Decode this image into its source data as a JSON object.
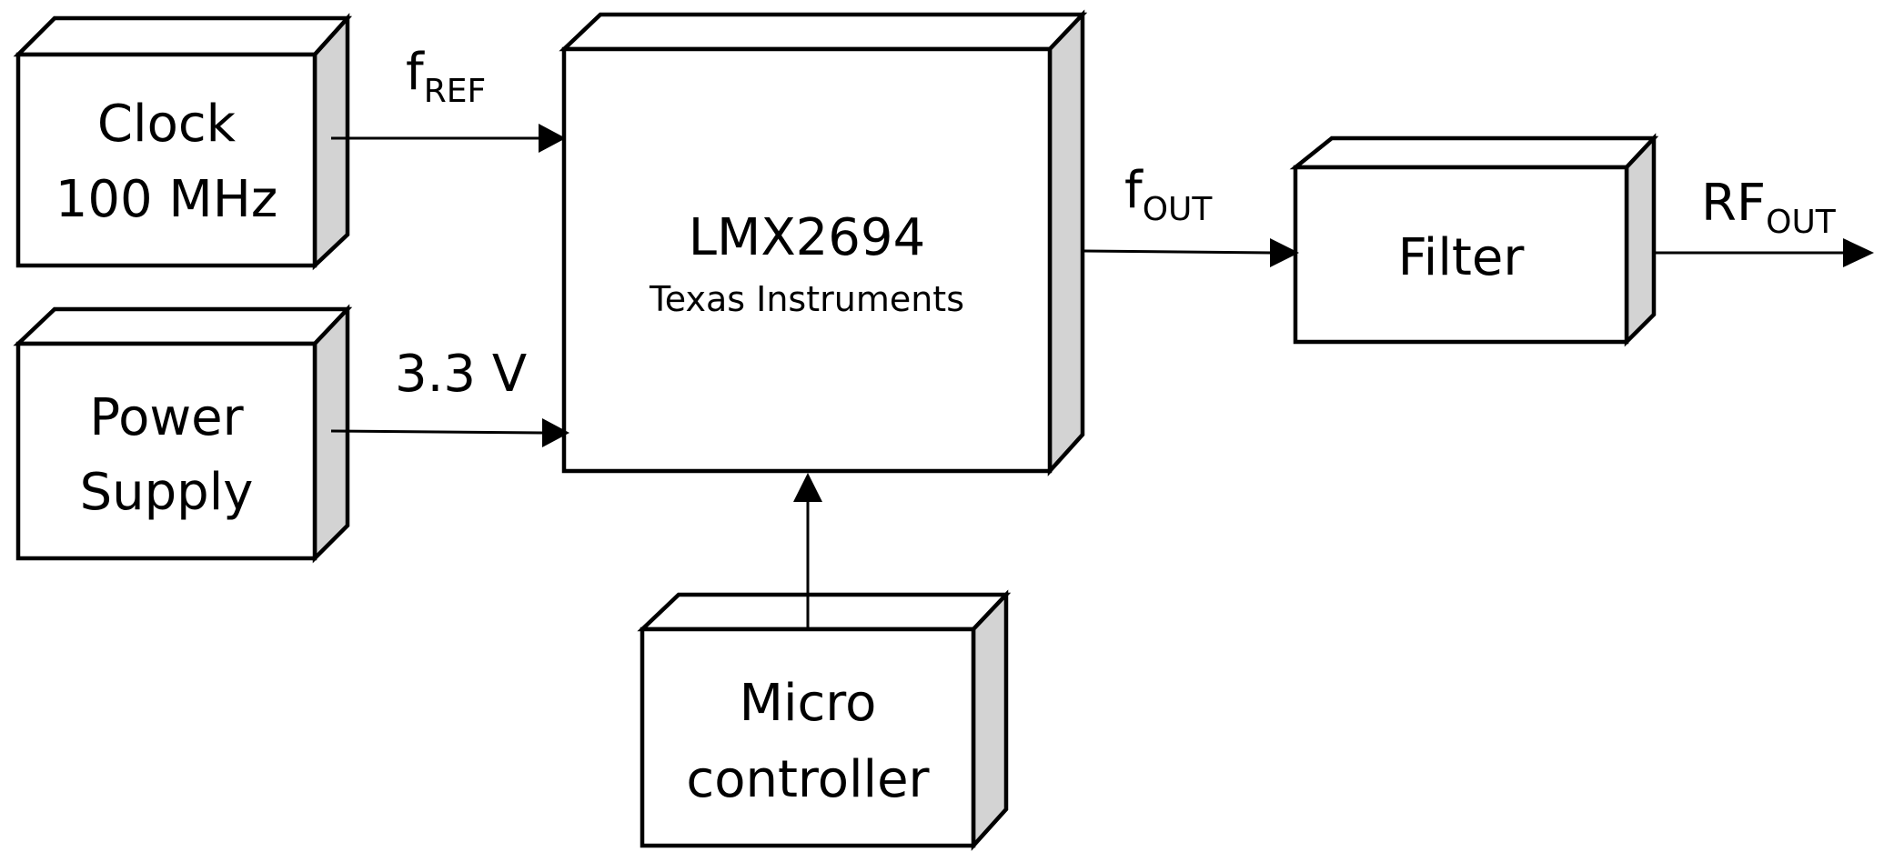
{
  "blocks": {
    "clock": {
      "line1": "Clock",
      "line2": "100 MHz"
    },
    "power_supply": {
      "line1": "Power",
      "line2": "Supply"
    },
    "pll_chip": {
      "title": "LMX2694",
      "subtitle": "Texas Instruments"
    },
    "microcontroller": {
      "line1": "Micro",
      "line2": "controller"
    },
    "filter": {
      "label": "Filter"
    }
  },
  "signals": {
    "reference": {
      "main": "f",
      "sub": "REF"
    },
    "supply_voltage": {
      "text": "3.3 V"
    },
    "pll_output": {
      "main": "f",
      "sub": "OUT"
    },
    "rf_output": {
      "main": "RF",
      "sub": "OUT"
    }
  },
  "colors": {
    "outline": "#000000",
    "box_face": "#ffffff",
    "box_side": "#d3d3d3",
    "background": "#ffffff"
  }
}
